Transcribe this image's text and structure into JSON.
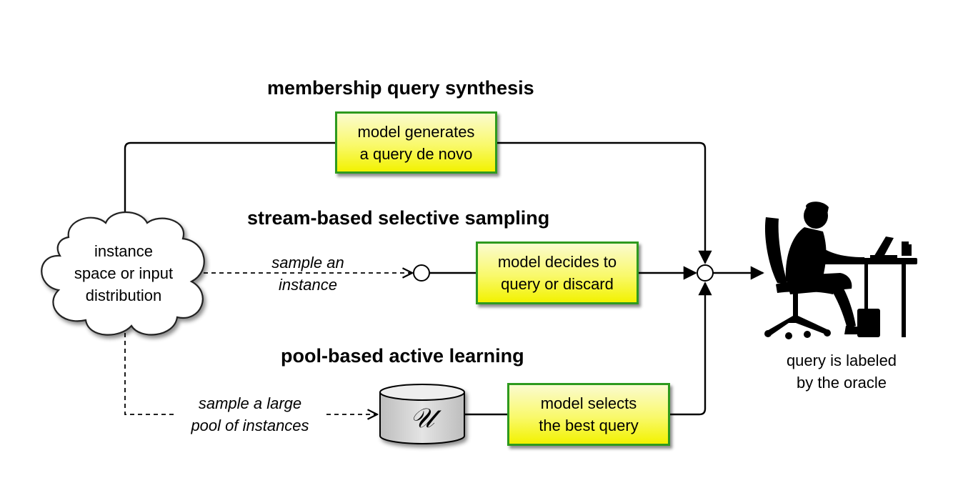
{
  "headings": {
    "membership": "membership query synthesis",
    "stream": "stream-based selective sampling",
    "pool": "pool-based active learning"
  },
  "cloud": {
    "line1": "instance",
    "line2": "space or input",
    "line3": "distribution"
  },
  "boxes": {
    "generates": {
      "line1": "model generates",
      "line2": "a query de novo"
    },
    "decides": {
      "line1": "model decides to",
      "line2": "query or discard"
    },
    "selects": {
      "line1": "model selects",
      "line2": "the best query"
    }
  },
  "edge_labels": {
    "sample_instance": {
      "line1": "sample an",
      "line2": "instance"
    },
    "sample_pool": {
      "line1": "sample a large",
      "line2": "pool of instances"
    }
  },
  "pool_symbol": "𝒰",
  "oracle": {
    "line1": "query is labeled",
    "line2": "by the oracle"
  },
  "icons": [
    "cloud-icon",
    "database-icon",
    "person-at-desk-icon"
  ],
  "colors": {
    "box_border": "#2e9a1e",
    "box_fill": "#f9f96a",
    "cylinder": "#d6d6d6"
  }
}
